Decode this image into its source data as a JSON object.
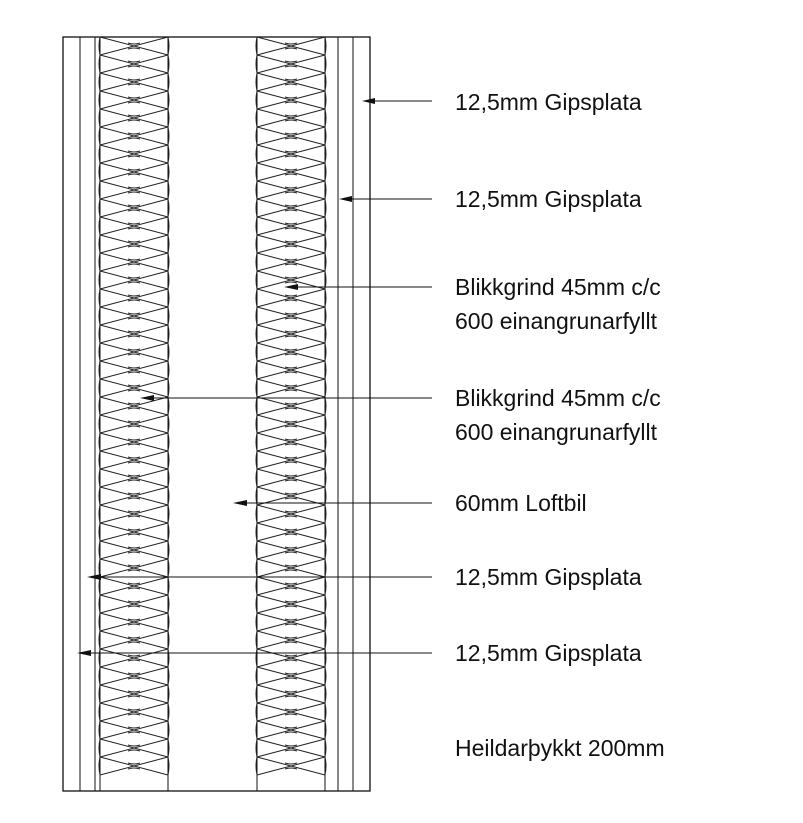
{
  "labels": [
    {
      "lines": [
        "12,5mm Gipsplata"
      ]
    },
    {
      "lines": [
        "12,5mm Gipsplata"
      ]
    },
    {
      "lines": [
        "Blikkgrind 45mm c/c",
        "600 einangrunarfyllt"
      ]
    },
    {
      "lines": [
        "Blikkgrind 45mm c/c",
        "600 einangrunarfyllt"
      ]
    },
    {
      "lines": [
        "60mm Loftbil"
      ]
    },
    {
      "lines": [
        "12,5mm Gipsplata"
      ]
    },
    {
      "lines": [
        "12,5mm Gipsplata"
      ]
    }
  ],
  "total_thickness": "Heildarþykkt 200mm"
}
